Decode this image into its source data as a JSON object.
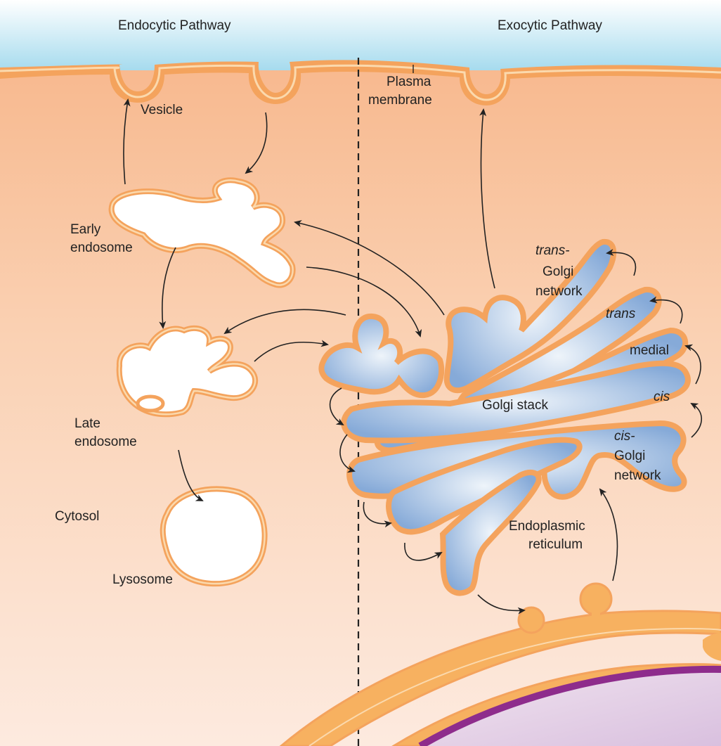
{
  "headers": {
    "endocytic": "Endocytic Pathway",
    "exocytic": "Exocytic Pathway"
  },
  "labels": {
    "vesicle": "Vesicle",
    "plasma_membrane_1": "Plasma",
    "plasma_membrane_2": "membrane",
    "early_endosome_1": "Early",
    "early_endosome_2": "endosome",
    "late_endosome_1": "Late",
    "late_endosome_2": "endosome",
    "lysosome": "Lysosome",
    "cytosol": "Cytosol",
    "golgi_stack": "Golgi stack",
    "trans_golgi_1": "trans-",
    "trans_golgi_2": "Golgi",
    "trans_golgi_3": "network",
    "trans": "trans",
    "medial": "medial",
    "cis": "cis",
    "cis_golgi_1": "cis-",
    "cis_golgi_2": "Golgi",
    "cis_golgi_3": "network",
    "er_1": "Endoplasmic",
    "er_2": "reticulum"
  },
  "colors": {
    "extracellular": "#a9dcef",
    "cytosol_top": "#f7b88a",
    "cytosol_bottom": "#fde9dc",
    "membrane": "#f4a35d",
    "membrane_light": "#fbd8a8",
    "golgi_fill": "#8fb2dc",
    "golgi_highlight": "#e7f0f8",
    "nucleus": "#8e2c8c",
    "arrow": "#222222"
  }
}
